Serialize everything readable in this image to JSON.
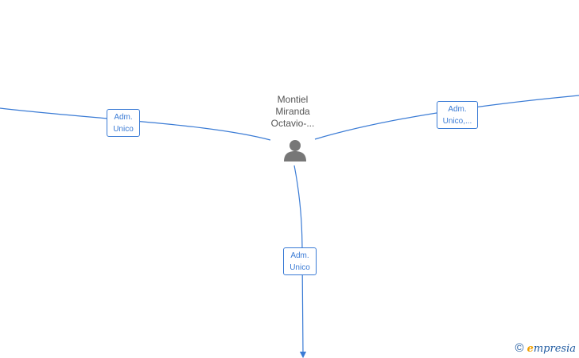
{
  "person": {
    "name_lines": [
      "Montiel",
      "Miranda",
      "Octavio-..."
    ]
  },
  "relations": {
    "left_label_lines": [
      "Adm.",
      "Unico"
    ],
    "right_label_lines": [
      "Adm.",
      "Unico,..."
    ],
    "bottom_label_lines": [
      "Adm.",
      "Unico"
    ]
  },
  "brand": {
    "copyright": "©",
    "first_letter": "e",
    "rest": "mpresia"
  },
  "colors": {
    "edge": "#3a7bd5",
    "person_icon": "#777777",
    "label_text": "#555555"
  },
  "icons": {
    "person": "person-icon"
  }
}
